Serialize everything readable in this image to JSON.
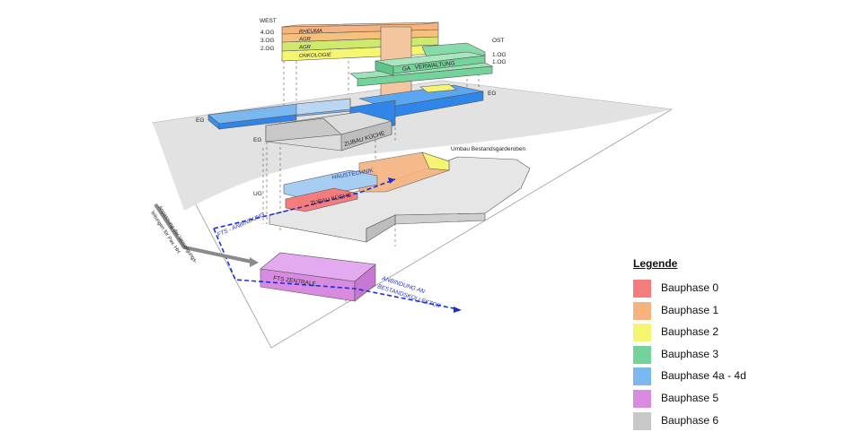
{
  "colors": {
    "phase0": "#f47c7c",
    "phase1": "#f6b37e",
    "phase2": "#f6f572",
    "phase3": "#74d39a",
    "phase4": "#7bb8f0",
    "phase5": "#d98be0",
    "phase6": "#c8c8c8",
    "blue_strong": "#2f86e8",
    "route_blue": "#1c2ed8",
    "ground": "#e2e2e2"
  },
  "labels": {
    "west": "WEST",
    "ost": "OST",
    "og4": "4.OG",
    "og3": "3.OG",
    "og2": "2.OG",
    "og1_a": "1.OG",
    "og1_b": "1.OG",
    "eg_left": "EG",
    "eg_right": "EG",
    "eg_mid": "EG",
    "ug": "UG",
    "rheuma": "RHEUMA",
    "agr_a": "AGR",
    "agr_b": "AGR",
    "onkologie": "ONKOLOGIE",
    "verwaltung": "VERWALTUNG",
    "ga": "GA",
    "zubau_kueche_eg": "ZUBAU KÜCHE",
    "haustechnik": "HAUSTECHNIK",
    "zubau_kueche_ug": "ZUBAU KÜCHE",
    "umbau": "Umbau Bestandsgarderoben",
    "fts_anbindung": "FTS - ANBINDUNG",
    "fts_zentrale": "FTS ZENTRALE",
    "anbindung_line1": "ANBINDUNG AN",
    "anbindung_line2": "BESTANDSKOLLEKTOR",
    "versorgung_line1": "Anpassung der Versorgungs-",
    "versorgung_line2": "leitungen für Pav. HH"
  },
  "legend": {
    "title": "Legende",
    "items": [
      {
        "label": "Bauphase 0",
        "color": "#f47c7c"
      },
      {
        "label": "Bauphase 1",
        "color": "#f6b37e"
      },
      {
        "label": "Bauphase 2",
        "color": "#f6f572"
      },
      {
        "label": "Bauphase 3",
        "color": "#74d39a"
      },
      {
        "label": "Bauphase 4a - 4d",
        "color": "#7bb8f0"
      },
      {
        "label": "Bauphase 5",
        "color": "#d98be0"
      },
      {
        "label": "Bauphase 6",
        "color": "#c8c8c8"
      }
    ]
  }
}
